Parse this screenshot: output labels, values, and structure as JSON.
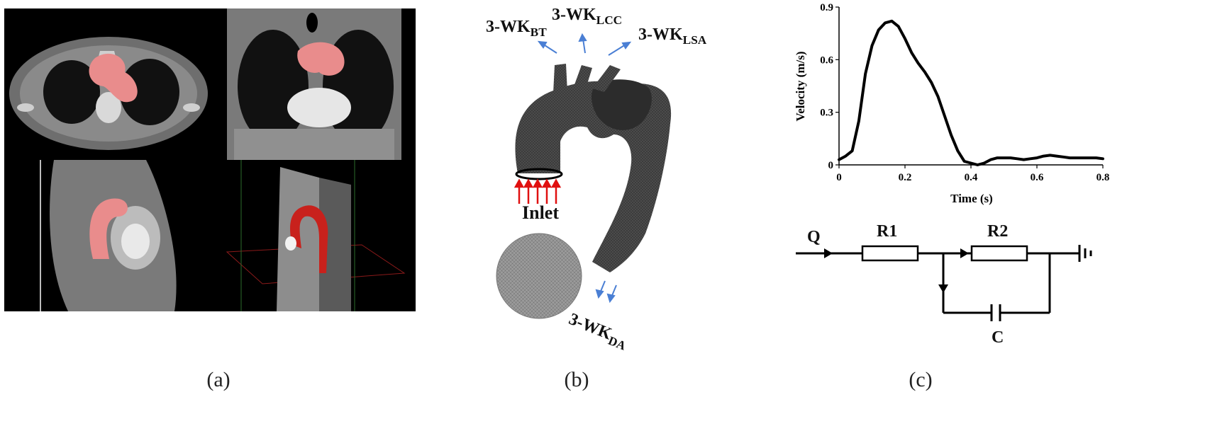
{
  "panels": {
    "a": {
      "caption": "(a)"
    },
    "b": {
      "caption": "(b)",
      "labels": {
        "bt": {
          "base": "3-WK",
          "sub": "BT"
        },
        "lcc": {
          "base": "3-WK",
          "sub": "LCC"
        },
        "lsa": {
          "base": "3-WK",
          "sub": "LSA"
        },
        "da": {
          "base": "3-WK",
          "sub": "DA"
        },
        "inlet": "Inlet"
      }
    },
    "c": {
      "caption": "(c)",
      "circuit": {
        "q": "Q",
        "r1": "R1",
        "r2": "R2",
        "c": "C"
      }
    }
  },
  "colors": {
    "segmentation": "#e98c8c",
    "model3d": "#c8211c",
    "arrow_in": "#e01010",
    "arrow_out": "#4a7fd4"
  },
  "chart_data": {
    "type": "line",
    "xlabel": "Time (s)",
    "ylabel": "Velocity (m/s)",
    "xlim": [
      0,
      0.8
    ],
    "ylim": [
      0,
      0.9
    ],
    "xticks": [
      "0",
      "0.2",
      "0.4",
      "0.6",
      "0.8"
    ],
    "yticks": [
      "0",
      "0.3",
      "0.6",
      "0.9"
    ],
    "series": [
      {
        "x": [
          0,
          0.02,
          0.04,
          0.06,
          0.08,
          0.1,
          0.12,
          0.14,
          0.16,
          0.18,
          0.2,
          0.22,
          0.24,
          0.26,
          0.28,
          0.3,
          0.32,
          0.34,
          0.36,
          0.38,
          0.4,
          0.42,
          0.44,
          0.46,
          0.48,
          0.5,
          0.52,
          0.54,
          0.56,
          0.58,
          0.6,
          0.62,
          0.64,
          0.66,
          0.68,
          0.7,
          0.72,
          0.74,
          0.76,
          0.78,
          0.8
        ],
        "y": [
          0.03,
          0.05,
          0.08,
          0.25,
          0.52,
          0.68,
          0.77,
          0.81,
          0.82,
          0.79,
          0.72,
          0.64,
          0.58,
          0.53,
          0.47,
          0.39,
          0.28,
          0.17,
          0.08,
          0.02,
          0.01,
          0.0,
          0.01,
          0.03,
          0.04,
          0.04,
          0.04,
          0.035,
          0.03,
          0.035,
          0.04,
          0.05,
          0.055,
          0.05,
          0.045,
          0.04,
          0.04,
          0.04,
          0.04,
          0.04,
          0.035
        ]
      }
    ]
  }
}
